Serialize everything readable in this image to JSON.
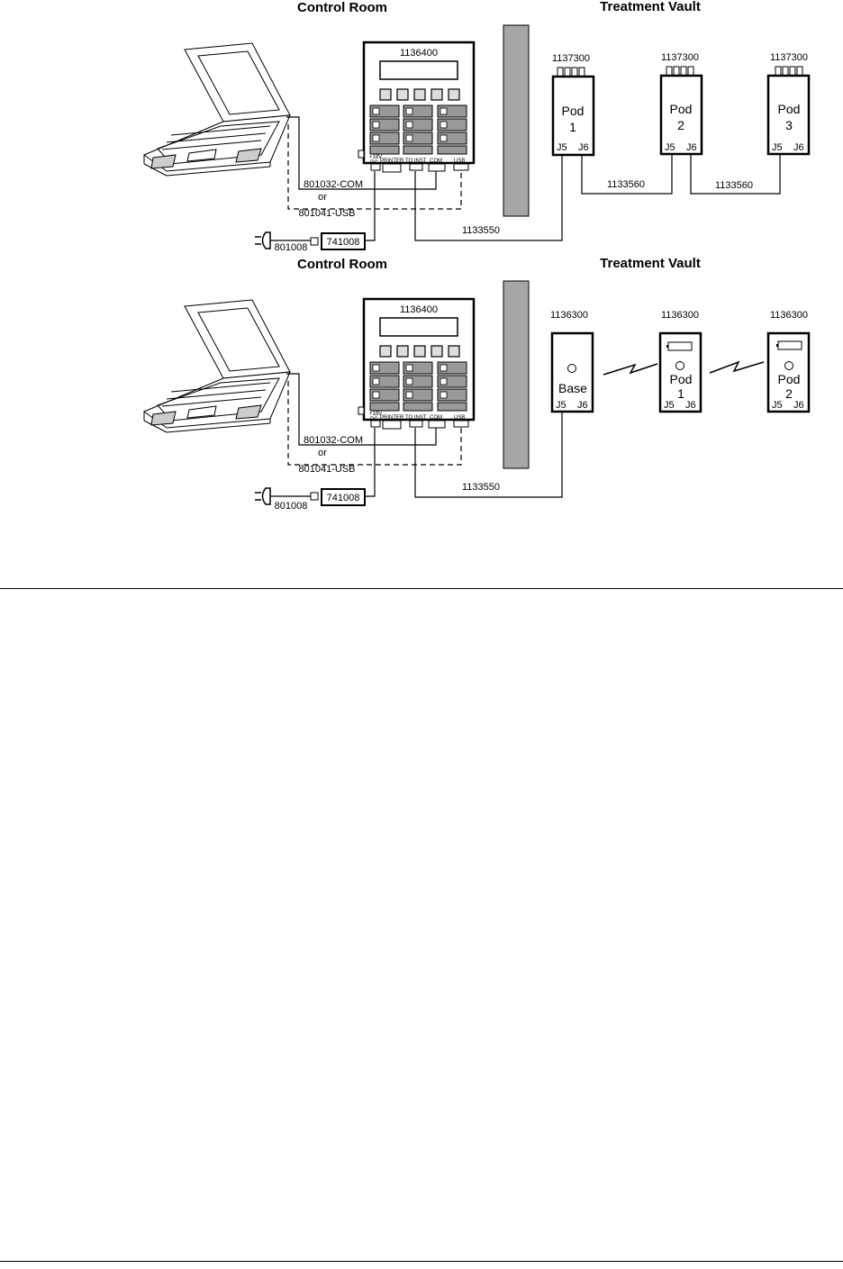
{
  "top": {
    "control_room": "Control Room",
    "treatment_vault": "Treatment Vault",
    "console_id": "1136400",
    "pod_ids": [
      "1137300",
      "1137300",
      "1137300"
    ],
    "pods": [
      {
        "name": "Pod",
        "num": "1"
      },
      {
        "name": "Pod",
        "num": "2"
      },
      {
        "name": "Pod",
        "num": "3"
      }
    ],
    "jack_j5": "J5",
    "jack_j6": "J6",
    "cable_pod_pod": "1133560",
    "cable_console_pod": "1133550",
    "cable_com": "801032-COM",
    "or_text": "or",
    "cable_usb": "801041-USB",
    "power_cord": "801008",
    "power_supply": "741008",
    "ports": {
      "dc_a": "+18V",
      "dc_b": "DC",
      "printer": "PRINTER",
      "inst": "TO INST",
      "com": "COM",
      "usb": "USB"
    }
  },
  "bottom": {
    "control_room": "Control Room",
    "treatment_vault": "Treatment Vault",
    "console_id": "1136400",
    "pod_ids": [
      "1136300",
      "1136300",
      "1136300"
    ],
    "pods": [
      {
        "name": "Base",
        "num": ""
      },
      {
        "name": "Pod",
        "num": "1"
      },
      {
        "name": "Pod",
        "num": "2"
      }
    ],
    "jack_j5": "J5",
    "jack_j6": "J6",
    "cable_console_pod": "1133550",
    "cable_com": "801032-COM",
    "or_text": "or",
    "cable_usb": "801041-USB",
    "power_cord": "801008",
    "power_supply": "741008",
    "ports": {
      "dc_a": "+18V",
      "dc_b": "DC",
      "printer": "PRINTER",
      "inst": "TO INST",
      "com": "COM",
      "usb": "USB"
    }
  }
}
